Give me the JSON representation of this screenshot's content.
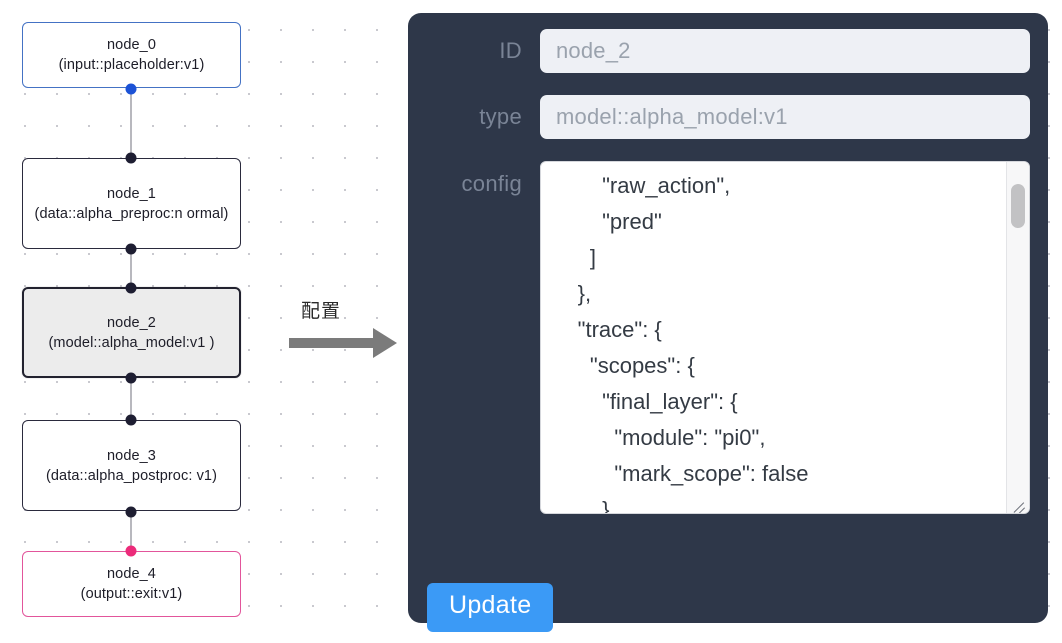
{
  "graph": {
    "nodes": [
      {
        "id": "node_0",
        "title": "node_0",
        "subtitle": "(input::placeholder:v1)",
        "accent": "blue",
        "selected": false
      },
      {
        "id": "node_1",
        "title": "node_1",
        "subtitle": "(data::alpha_preproc:n\normal)",
        "accent": "dark",
        "selected": false
      },
      {
        "id": "node_2",
        "title": "node_2",
        "subtitle": "(model::alpha_model:v1\n)",
        "accent": "dark",
        "selected": true
      },
      {
        "id": "node_3",
        "title": "node_3",
        "subtitle": "(data::alpha_postproc:\nv1)",
        "accent": "dark",
        "selected": false
      },
      {
        "id": "node_4",
        "title": "node_4",
        "subtitle": "(output::exit:v1)",
        "accent": "pink",
        "selected": false
      }
    ],
    "colors": {
      "handle_default": "#1e1e32",
      "handle_source": "#1c52d6",
      "handle_target": "#ec2b7a",
      "edge": "#b8b8be",
      "node_border": "#2a2a3d",
      "node_border_blue": "#4472c4",
      "node_border_pink": "#e2559b",
      "node_selected_bg": "#ececec"
    }
  },
  "annotation": {
    "label": "配置",
    "arrow_color": "#7b7b7b",
    "arrow_direction": "right"
  },
  "panel": {
    "background": "#2e3749",
    "fields": [
      {
        "label": "ID",
        "value": "node_2"
      },
      {
        "label": "type",
        "value": "model::alpha_model:v1"
      }
    ],
    "config": {
      "label": "config",
      "value": "          \"raw_action\",\n          \"pred\"\n        ]\n      },\n      \"trace\": {\n        \"scopes\": {\n          \"final_layer\": {\n            \"module\": \"pi0\",\n            \"mark_scope\": false\n          },\n          \"action_model\": {",
      "scrollbar": "visible",
      "resize_handle": "bottom-right"
    },
    "update_button": {
      "label": "Update",
      "color": "#3b9af6"
    }
  }
}
